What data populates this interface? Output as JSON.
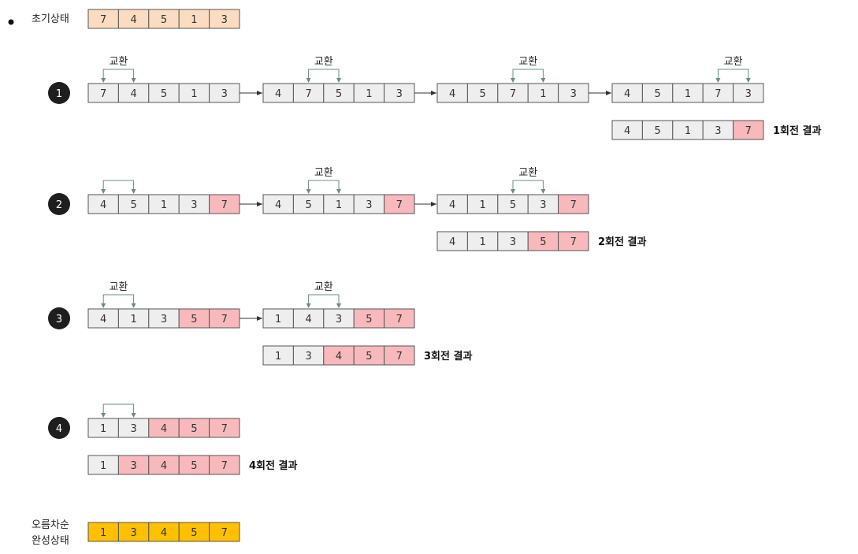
{
  "colors": {
    "normal": "#eeeeee",
    "sorted": "#f8b9bd",
    "initial": "#fbdcc0",
    "final": "#ffc000",
    "border": "#555555",
    "swap_line": "#6c8c80",
    "step_circle": "#1e1e1e"
  },
  "initial": {
    "label": "초기상태",
    "values": [
      "7",
      "4",
      "5",
      "1",
      "3"
    ]
  },
  "swap_label": "교환",
  "rounds": [
    {
      "step": "1",
      "result_label": "1회전 결과",
      "states": [
        {
          "values": [
            "7",
            "4",
            "5",
            "1",
            "3"
          ],
          "sorted_from": 5,
          "swap": 0,
          "swap_label": true
        },
        {
          "values": [
            "4",
            "7",
            "5",
            "1",
            "3"
          ],
          "sorted_from": 5,
          "swap": 1,
          "swap_label": true
        },
        {
          "values": [
            "4",
            "5",
            "7",
            "1",
            "3"
          ],
          "sorted_from": 5,
          "swap": 2,
          "swap_label": true
        },
        {
          "values": [
            "4",
            "5",
            "1",
            "7",
            "3"
          ],
          "sorted_from": 5,
          "swap": 3,
          "swap_label": true
        }
      ],
      "result": {
        "values": [
          "4",
          "5",
          "1",
          "3",
          "7"
        ],
        "sorted_from": 4
      }
    },
    {
      "step": "2",
      "result_label": "2회전 결과",
      "states": [
        {
          "values": [
            "4",
            "5",
            "1",
            "3",
            "7"
          ],
          "sorted_from": 4,
          "swap": 0,
          "swap_label": false
        },
        {
          "values": [
            "4",
            "5",
            "1",
            "3",
            "7"
          ],
          "sorted_from": 4,
          "swap": 1,
          "swap_label": true
        },
        {
          "values": [
            "4",
            "1",
            "5",
            "3",
            "7"
          ],
          "sorted_from": 4,
          "swap": 2,
          "swap_label": true
        }
      ],
      "result": {
        "values": [
          "4",
          "1",
          "3",
          "5",
          "7"
        ],
        "sorted_from": 3
      }
    },
    {
      "step": "3",
      "result_label": "3회전 결과",
      "states": [
        {
          "values": [
            "4",
            "1",
            "3",
            "5",
            "7"
          ],
          "sorted_from": 3,
          "swap": 0,
          "swap_label": true
        },
        {
          "values": [
            "1",
            "4",
            "3",
            "5",
            "7"
          ],
          "sorted_from": 3,
          "swap": 1,
          "swap_label": true
        }
      ],
      "result": {
        "values": [
          "1",
          "3",
          "4",
          "5",
          "7"
        ],
        "sorted_from": 2
      }
    },
    {
      "step": "4",
      "result_label": "4회전 결과",
      "states": [
        {
          "values": [
            "1",
            "3",
            "4",
            "5",
            "7"
          ],
          "sorted_from": 2,
          "swap": 0,
          "swap_label": false
        }
      ],
      "result": {
        "values": [
          "1",
          "3",
          "4",
          "5",
          "7"
        ],
        "sorted_from": 1
      }
    }
  ],
  "final": {
    "label_line1": "오름차순",
    "label_line2": "완성상태",
    "values": [
      "1",
      "3",
      "4",
      "5",
      "7"
    ]
  }
}
